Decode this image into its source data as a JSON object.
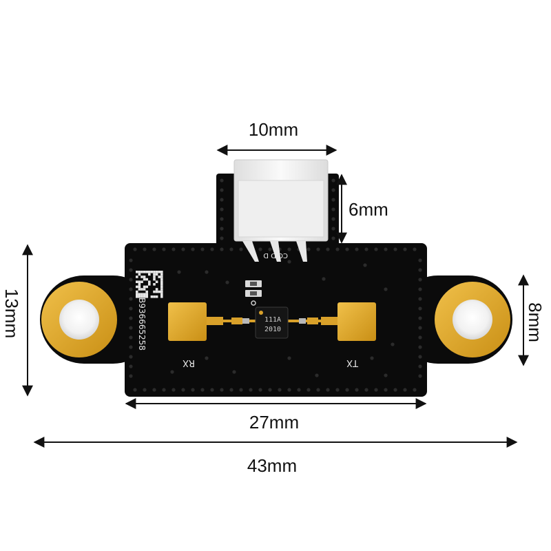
{
  "dimensions": {
    "connector_width": "10mm",
    "connector_height": "6mm",
    "board_height": "13mm",
    "mount_hole_height": "8mm",
    "board_body_width": "27mm",
    "overall_width": "43mm"
  },
  "silkscreen": {
    "serial_number": "B936665258",
    "rx_label": "RX",
    "tx_label": "TX",
    "connector_pins": "CC  D  D",
    "chip_line1": "111A",
    "chip_line2": "2010"
  },
  "colors": {
    "board": "#0b0b0b",
    "gold": "#e0aa2a",
    "connector": "#f4f4f4",
    "dimension_line": "#111111"
  }
}
